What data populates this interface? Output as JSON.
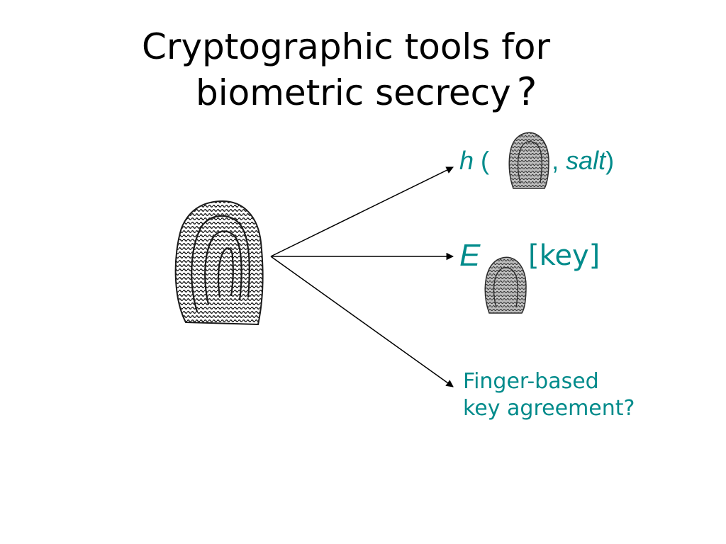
{
  "title": {
    "line1": "Cryptographic tools for",
    "line2": "biometric secrecy",
    "qmark": "?"
  },
  "labels": {
    "hash_fn": "h",
    "hash_open": "(",
    "hash_salt_sep": ",",
    "hash_salt": "salt",
    "hash_close": ")",
    "enc_fn": "E",
    "enc_key": "[key]",
    "key_agreement_line1": "Finger-based",
    "key_agreement_line2": "key agreement?"
  },
  "colors": {
    "label": "#008b8b",
    "text": "#000000",
    "fingerprint": "#1a1a1a"
  },
  "icons": [
    "fingerprint-icon-large",
    "fingerprint-icon-hash",
    "fingerprint-icon-key"
  ]
}
